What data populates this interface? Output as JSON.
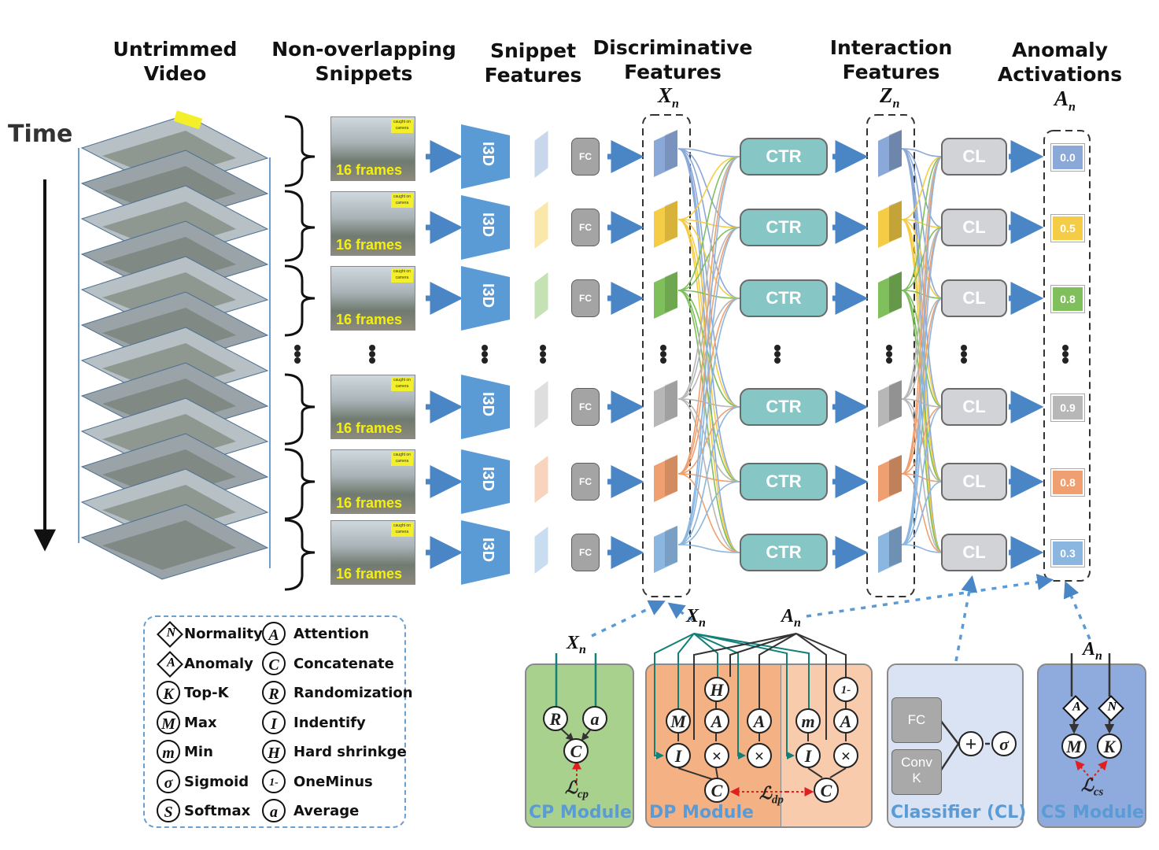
{
  "headers": {
    "untrimmed_video": [
      "Untrimmed",
      "Video"
    ],
    "snippets": [
      "Non-overlapping",
      "Snippets"
    ],
    "snippet_features": [
      "Snippet",
      "Features"
    ],
    "discriminative": [
      "Discriminative",
      "Features"
    ],
    "interaction": [
      "Interaction",
      "Features"
    ],
    "anomaly": [
      "Anomaly",
      "Activations"
    ]
  },
  "variables": {
    "x": "X",
    "z": "Z",
    "a": "A",
    "sub": "n"
  },
  "time_label": "Time",
  "rows": [
    {
      "frames": "16 frames",
      "i3d": "I3D",
      "fc": "FC",
      "ctr": "CTR",
      "cl": "CL",
      "activation": "0.0",
      "color": "#8aa8d8",
      "tag": "caught on camera"
    },
    {
      "frames": "16 frames",
      "i3d": "I3D",
      "fc": "FC",
      "ctr": "CTR",
      "cl": "CL",
      "activation": "0.5",
      "color": "#f5cc45",
      "tag": "caught on camera"
    },
    {
      "frames": "16 frames",
      "i3d": "I3D",
      "fc": "FC",
      "ctr": "CTR",
      "cl": "CL",
      "activation": "0.8",
      "color": "#7fbf5c",
      "tag": "caught on camera"
    },
    {
      "frames": "16 frames",
      "i3d": "I3D",
      "fc": "FC",
      "ctr": "CTR",
      "cl": "CL",
      "activation": "0.9",
      "color": "#b7b7b7",
      "tag": "caught on camera"
    },
    {
      "frames": "16 frames",
      "i3d": "I3D",
      "fc": "FC",
      "ctr": "CTR",
      "cl": "CL",
      "activation": "0.8",
      "color": "#f0a070",
      "tag": "caught on camera"
    },
    {
      "frames": "16 frames",
      "i3d": "I3D",
      "fc": "FC",
      "ctr": "CTR",
      "cl": "CL",
      "activation": "0.3",
      "color": "#8ab6e0",
      "tag": "caught on camera"
    }
  ],
  "legend": {
    "left": [
      {
        "sym": "N",
        "shape": "diamond",
        "label": "Normality"
      },
      {
        "sym": "A",
        "shape": "diamond",
        "label": "Anomaly"
      },
      {
        "sym": "K",
        "shape": "circle",
        "label": "Top-K"
      },
      {
        "sym": "M",
        "shape": "circle",
        "label": "Max"
      },
      {
        "sym": "m",
        "shape": "circle",
        "label": "Min"
      },
      {
        "sym": "σ",
        "shape": "circle",
        "label": "Sigmoid"
      },
      {
        "sym": "S",
        "shape": "circle",
        "label": "Softmax"
      }
    ],
    "right": [
      {
        "sym": "A",
        "label": "Attention"
      },
      {
        "sym": "C",
        "label": "Concatenate"
      },
      {
        "sym": "R",
        "label": "Randomization"
      },
      {
        "sym": "I",
        "label": "Indentify"
      },
      {
        "sym": "H",
        "label": "Hard shrinkge"
      },
      {
        "sym": "1-",
        "label": "OneMinus"
      },
      {
        "sym": "a",
        "label": "Average"
      }
    ]
  },
  "modules": {
    "cp": {
      "label": "CP Module",
      "nodes": [
        "R",
        "a",
        "C"
      ],
      "loss": "ℒ",
      "loss_sub": "cp",
      "color": "#a9d18e"
    },
    "dp": {
      "label": "DP Module",
      "nodes": [
        "H",
        "M",
        "A",
        "A",
        "I",
        "×",
        "×",
        "C",
        "1-",
        "m",
        "A",
        "I",
        "×",
        "C"
      ],
      "loss": "ℒ",
      "loss_sub": "dp",
      "color": "#f4b183"
    },
    "cl": {
      "label": "Classifier (CL)",
      "fc": "FC",
      "conv": "Conv",
      "k": "K",
      "plus": "+",
      "sigma": "σ",
      "color": "#dae3f3"
    },
    "cs": {
      "label": "CS Module",
      "nodes": [
        "A",
        "N",
        "M",
        "K"
      ],
      "loss": "ℒ",
      "loss_sub": "cs",
      "color": "#8faadc"
    }
  },
  "bottom_labels": {
    "xn": "X",
    "an": "A",
    "sub": "n"
  }
}
